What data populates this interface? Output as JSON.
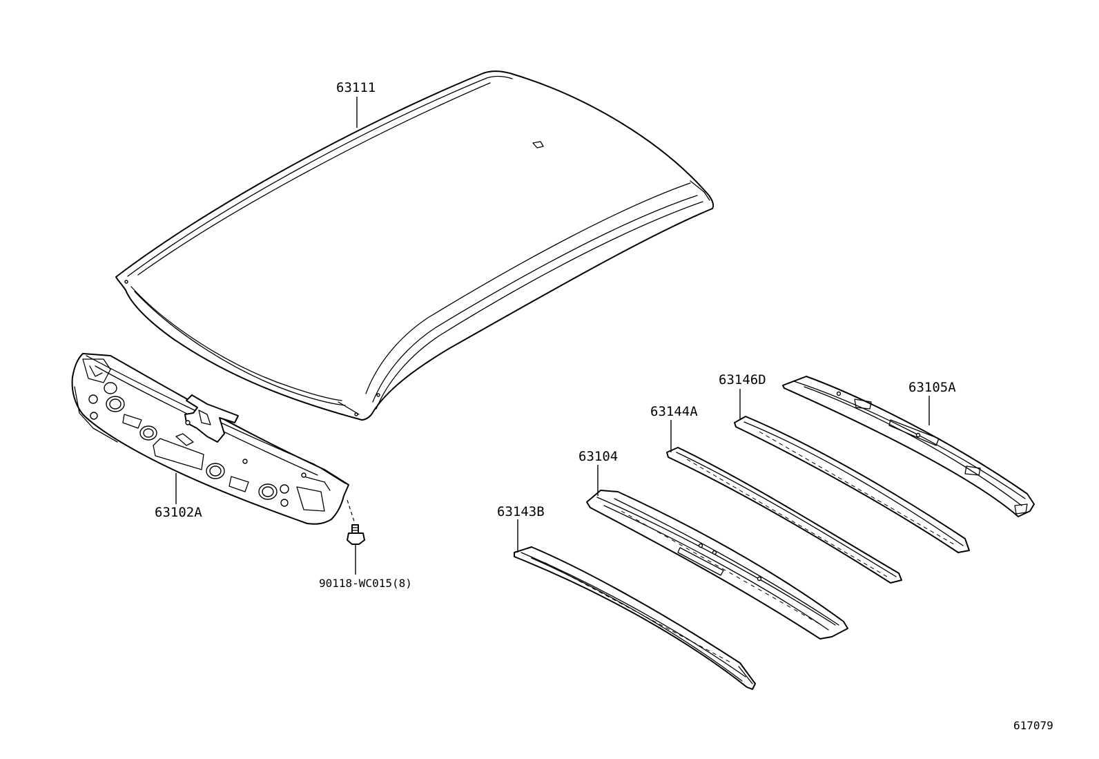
{
  "callouts": {
    "roof_panel": "63111",
    "front_header": "63102A",
    "screw": "90118-WC015(8)",
    "bow_63143b": "63143B",
    "bow_63104": "63104",
    "bow_63144a": "63144A",
    "bow_63146d": "63146D",
    "rear_header": "63105A"
  },
  "drawing_number": "617079"
}
